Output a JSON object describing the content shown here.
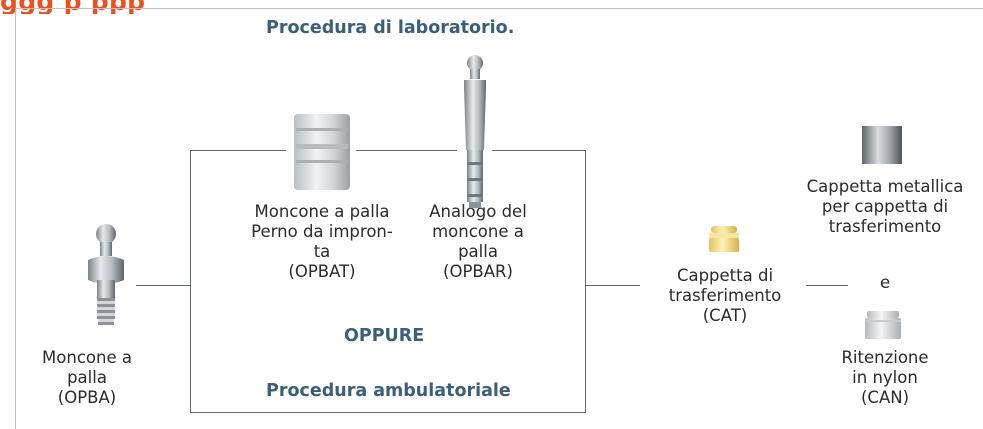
{
  "header": {
    "title": "ggg p ppp"
  },
  "diagram": {
    "lab_title": "Procedura di laboratorio.",
    "or_label": "OPPURE",
    "ambulatory_title": "Procedura ambulatoriale",
    "and_label": "e",
    "components": {
      "ball_abutment": "Moncone a\npalla\n(OPBA)",
      "impression_post": "Moncone a palla\nPerno da impron-\nta\n(OPBAT)",
      "analog": "Analogo del\nmoncone a\npalla\n(OPBAR)",
      "transfer_cap": "Cappetta di\ntrasferimento\n(CAT)",
      "metal_cap": "Cappetta metallica\nper cappetta di\ntrasferimento",
      "nylon_retention": "Ritenzione\nin nylon\n(CAN)"
    },
    "colors": {
      "header_orange": "#f04e1c",
      "title_blue": "#3a5f7a",
      "connector": "#5f6a73",
      "transfer_cap_yellow": "#f3dc84"
    }
  }
}
